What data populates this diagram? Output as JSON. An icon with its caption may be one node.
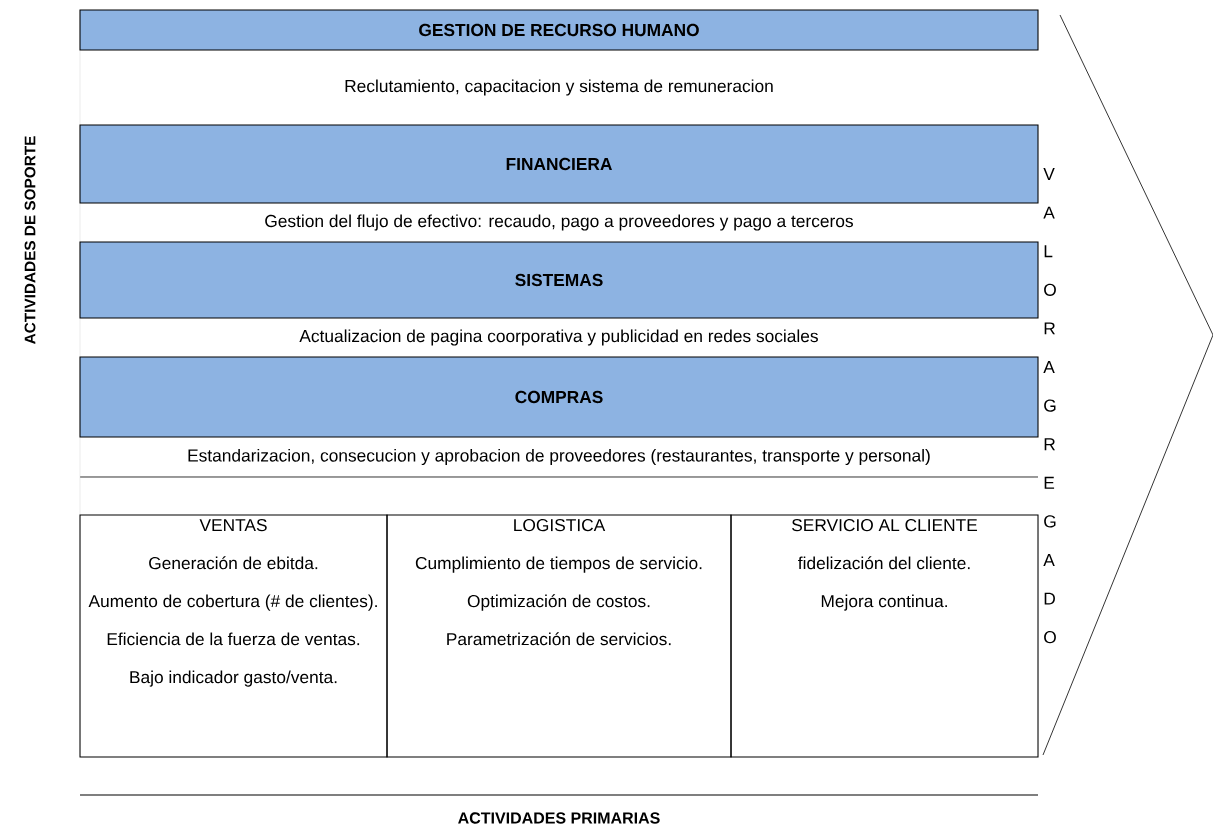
{
  "diagram": {
    "nodes": [
      {
        "text": [
          "GESTION DE RECURSO HUMANO"
        ]
      },
      {
        "text": [
          "Reclutamiento, capacitacion y sistema de remuneracion"
        ]
      },
      {
        "text": [
          "FINANCIERA"
        ]
      },
      {
        "text": [
          "Gestion del flujo de efectivo: recaudo,  pago a proveedores y pago a terceros"
        ]
      },
      {
        "text": [
          "SISTEMAS"
        ]
      },
      {
        "text": [
          "Actualizacion de pagina coorporativa y publicidad en redes sociales"
        ]
      },
      {
        "text": [
          "COMPRAS"
        ]
      },
      {
        "text": [
          "Estandarizacion, consecucion y aprobacion de proveedores (restaurantes, transporte y personal)"
        ]
      },
      {
        "text": [
          "VENTAS",
          "Generación de ebitda.",
          "Aumento de cobertura (# de clientes).",
          "Eficiencia de la fuerza de ventas.",
          "Bajo indicador gasto/venta."
        ]
      },
      {
        "text": [
          "LOGISTICA",
          "Cumplimiento de tiempos de servicio.",
          "Optimización de costos.",
          "Parametrización de servicios."
        ]
      },
      {
        "text": [
          "SERVICIO AL CLIENTE",
          "fidelización del cliente.",
          "Mejora continua."
        ]
      }
    ],
    "labels": [
      "ACTIVIDADES DE SOPORTE",
      "V",
      "A",
      "L",
      "O",
      "R",
      "A",
      "G",
      "R",
      "E",
      "G",
      "A",
      "D",
      "O",
      "ACTIVIDADES PRIMARIAS"
    ]
  }
}
